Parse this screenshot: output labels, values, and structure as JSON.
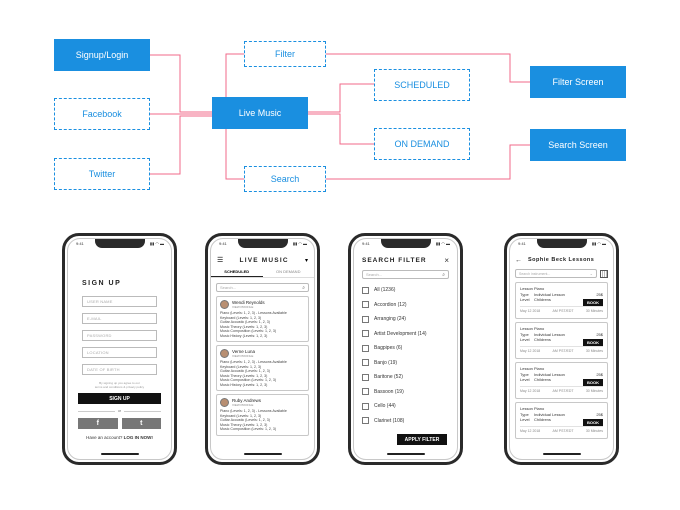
{
  "flow": {
    "signup": "Signup/Login",
    "facebook": "Facebook",
    "twitter": "Twitter",
    "live_music": "Live Music",
    "filter": "Filter",
    "search": "Search",
    "scheduled": "SCHEDULED",
    "on_demand": "ON DEMAND",
    "filter_screen": "Filter Screen",
    "search_screen": "Search Screen"
  },
  "phone_common": {
    "time": "9:41",
    "status": "▮▮ ◠ ▬"
  },
  "signup_screen": {
    "title": "SIGN UP",
    "fields": [
      "USER NAME",
      "E-MAIL",
      "PASSWORD",
      "LOCATION",
      "DATE OF BIRTH"
    ],
    "terms_line1": "By signing up you agree to our",
    "terms_line2": "terms and conditions & privacy policy",
    "button": "SIGN UP",
    "or": "or",
    "facebook_glyph": "f",
    "twitter_glyph": "t",
    "account_text": "Have an account?",
    "login_link": "LOG IN NOW!"
  },
  "live_screen": {
    "title": "LIVE MUSIC",
    "tab_scheduled": "SCHEDULED",
    "tab_on_demand": "ON DEMAND",
    "search_placeholder": "Search...",
    "cards": [
      {
        "name": "Wendi Reynolds",
        "role": "VIEW PROFILE",
        "lines": [
          "Piano (Levels: 1, 2, 3) - Lessons Available",
          "Keyboard (Levels: 1, 2, 3)",
          "Guitar Acoustic (Levels: 1, 2, 3)",
          "Music Theory (Levels: 1, 2, 3)",
          "Music Composition (Levels: 1, 2, 3)",
          "Music History (Levels: 1, 2, 3)"
        ]
      },
      {
        "name": "Verne Luna",
        "role": "VIEW PROFILE",
        "lines": [
          "Piano (Levels: 1, 2, 3) - Lessons Available",
          "Keyboard (Levels: 1, 2, 3)",
          "Guitar Acoustic (Levels: 1, 2, 3)",
          "Music Theory (Levels: 1, 2, 3)",
          "Music Composition (Levels: 1, 2, 3)",
          "Music History (Levels: 1, 2, 3)"
        ]
      },
      {
        "name": "Ruby Andrews",
        "role": "VIEW PROFILE",
        "lines": [
          "Piano (Levels: 1, 2, 3) - Lessons Available",
          "Keyboard (Levels: 1, 2, 3)",
          "Guitar Acoustic (Levels: 1, 2, 3)",
          "Music Theory (Levels: 1, 2, 3)",
          "Music Composition (Levels: 1, 2, 3)"
        ]
      }
    ]
  },
  "filter_screen": {
    "title": "SEARCH FILTER",
    "close": "×",
    "search_placeholder": "Search...",
    "options": [
      "All (1236)",
      "Accordion (12)",
      "Arranging (24)",
      "Artist Development (14)",
      "Bagpipes (6)",
      "Banjo (19)",
      "Baritone (52)",
      "Bassoon (19)",
      "Cello (44)",
      "Clarinet (108)"
    ],
    "apply": "APPLY FILTER"
  },
  "lessons_screen": {
    "title": "Sophie Beck Lessons",
    "back": "←",
    "search_placeholder": "Search instrument...",
    "cards": [
      {
        "lesson": "Piano",
        "type": "Individual Lesson",
        "level": "Childrens",
        "price": "25$",
        "book": "BOOK",
        "date": "May 12 2018",
        "tz": "AM PST/EDT",
        "duration": "30 Minutes"
      },
      {
        "lesson": "Piano",
        "type": "Individual Lesson",
        "level": "Childrens",
        "price": "25$",
        "book": "BOOK",
        "date": "May 12 2018",
        "tz": "AM PST/EDT",
        "duration": "30 Minutes"
      },
      {
        "lesson": "Piano",
        "type": "Individual Lesson",
        "level": "Childrens",
        "price": "25$",
        "book": "BOOK",
        "date": "May 12 2018",
        "tz": "AM PST/EDT",
        "duration": "30 Minutes"
      },
      {
        "lesson": "Piano",
        "type": "Individual Lesson",
        "level": "Childrens",
        "price": "25$",
        "book": "BOOK",
        "date": "May 12 2018",
        "tz": "AM PST/EDT",
        "duration": "30 Minutes"
      }
    ],
    "labels": {
      "lesson": "Lesson",
      "type": "Type",
      "level": "Level"
    }
  }
}
